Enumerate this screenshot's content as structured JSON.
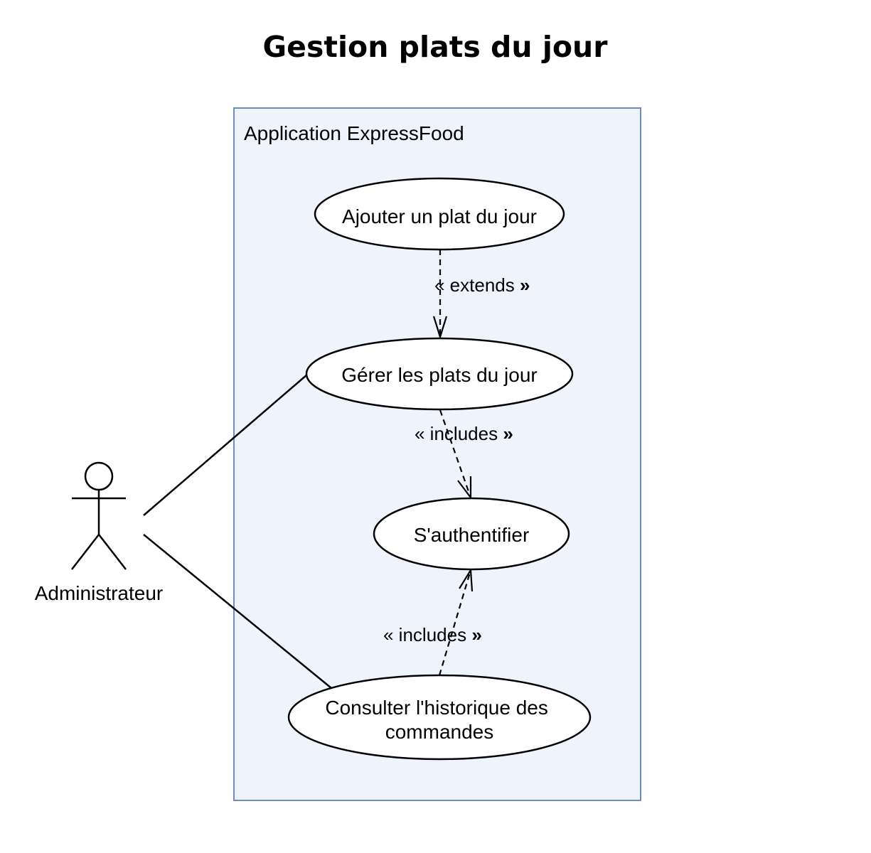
{
  "title": "Gestion plats du jour",
  "system": {
    "name": "Application ExpressFood",
    "fill": "#eef3fc",
    "stroke": "#6c8ebf"
  },
  "actor": {
    "name": "Administrateur"
  },
  "use_cases": {
    "ajouter": "Ajouter un plat du jour",
    "gerer": "Gérer les plats du jour",
    "auth": "S'authentifier",
    "historique_line1": "Consulter l'historique des",
    "historique_line2": "commandes"
  },
  "relations": {
    "extends": {
      "open": "« extends ",
      "close": "»"
    },
    "includes_gerer": {
      "open": "« includes ",
      "close": "»"
    },
    "includes_historique": {
      "open": "« includes ",
      "close": "»"
    }
  }
}
